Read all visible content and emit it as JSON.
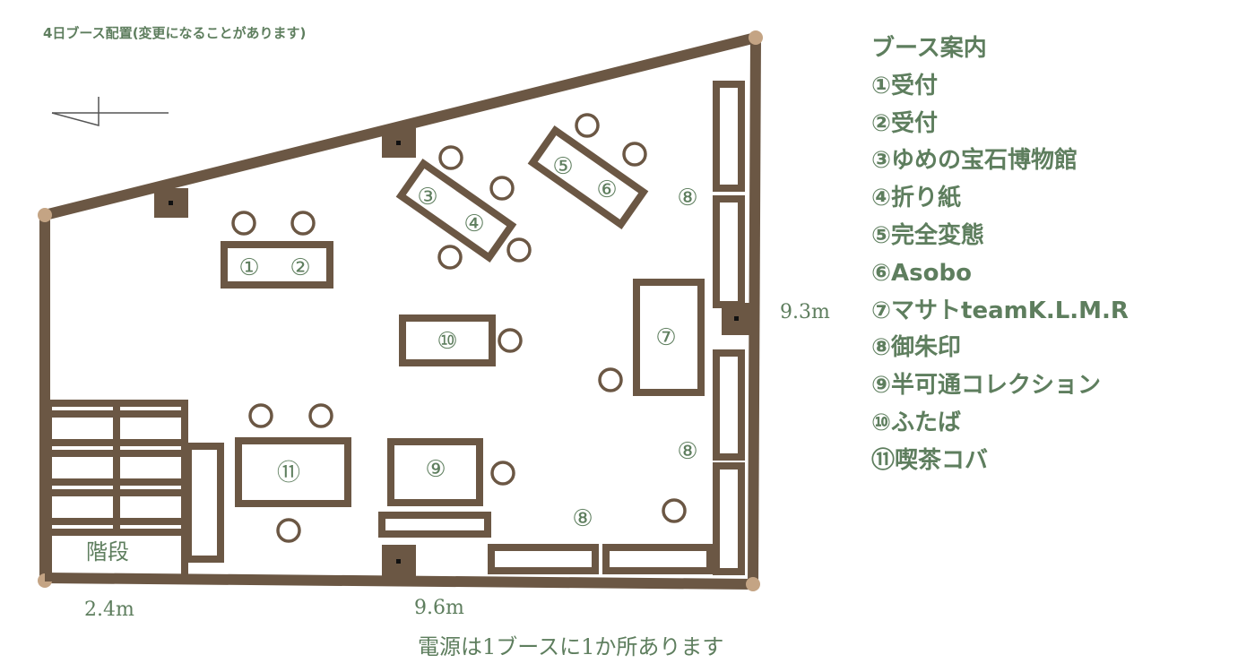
{
  "title": "4日ブース配置(変更になることがあります)",
  "legend": {
    "title": "ブース案内",
    "items": [
      "①受付",
      "②受付",
      "③ゆめの宝石博物館",
      "④折り紙",
      "⑤完全変態",
      "⑥Asobo",
      "⑦マサトteamK.L.M.R",
      "⑧御朱印",
      "⑨半可通コレクション",
      "⑩ふたば",
      "⑪喫茶コバ"
    ]
  },
  "booth_labels": {
    "b1": "①",
    "b2": "②",
    "b3": "③",
    "b4": "④",
    "b5": "⑤",
    "b6": "⑥",
    "b7": "⑦",
    "b8": "⑧",
    "b9": "⑨",
    "b10": "⑩",
    "b11": "⑪"
  },
  "stairs_label": "階段",
  "dimensions": {
    "height": "9.3m",
    "stairs_width": "2.4m",
    "width": "9.6m"
  },
  "note": "電源は1ブースに1か所あります",
  "colors": {
    "wall": "#6b5744",
    "text": "#5e7e5e",
    "post": "#c4a484"
  }
}
